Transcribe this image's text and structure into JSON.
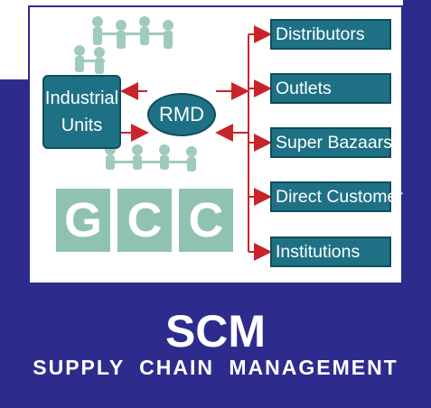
{
  "colors": {
    "band": "#2d2c8c",
    "box_fill": "#1e7185",
    "box_border": "#0f4d5d",
    "arrow": "#c8242a",
    "watermark": "#8fc3b0"
  },
  "diagram": {
    "source": {
      "line1": "Industrial",
      "line2": "Units"
    },
    "hub": {
      "label": "RMD"
    },
    "destinations": [
      {
        "label": "Distributors"
      },
      {
        "label": "Outlets"
      },
      {
        "label": "Super Bazaars"
      },
      {
        "label": "Direct Customer"
      },
      {
        "label": "Institutions"
      }
    ]
  },
  "watermark": {
    "letters": [
      "G",
      "C",
      "C"
    ],
    "figures_icon": "people-holding-hands-icon"
  },
  "title": {
    "main": "SCM",
    "sub": "SUPPLY CHAIN MANAGEMENT"
  }
}
